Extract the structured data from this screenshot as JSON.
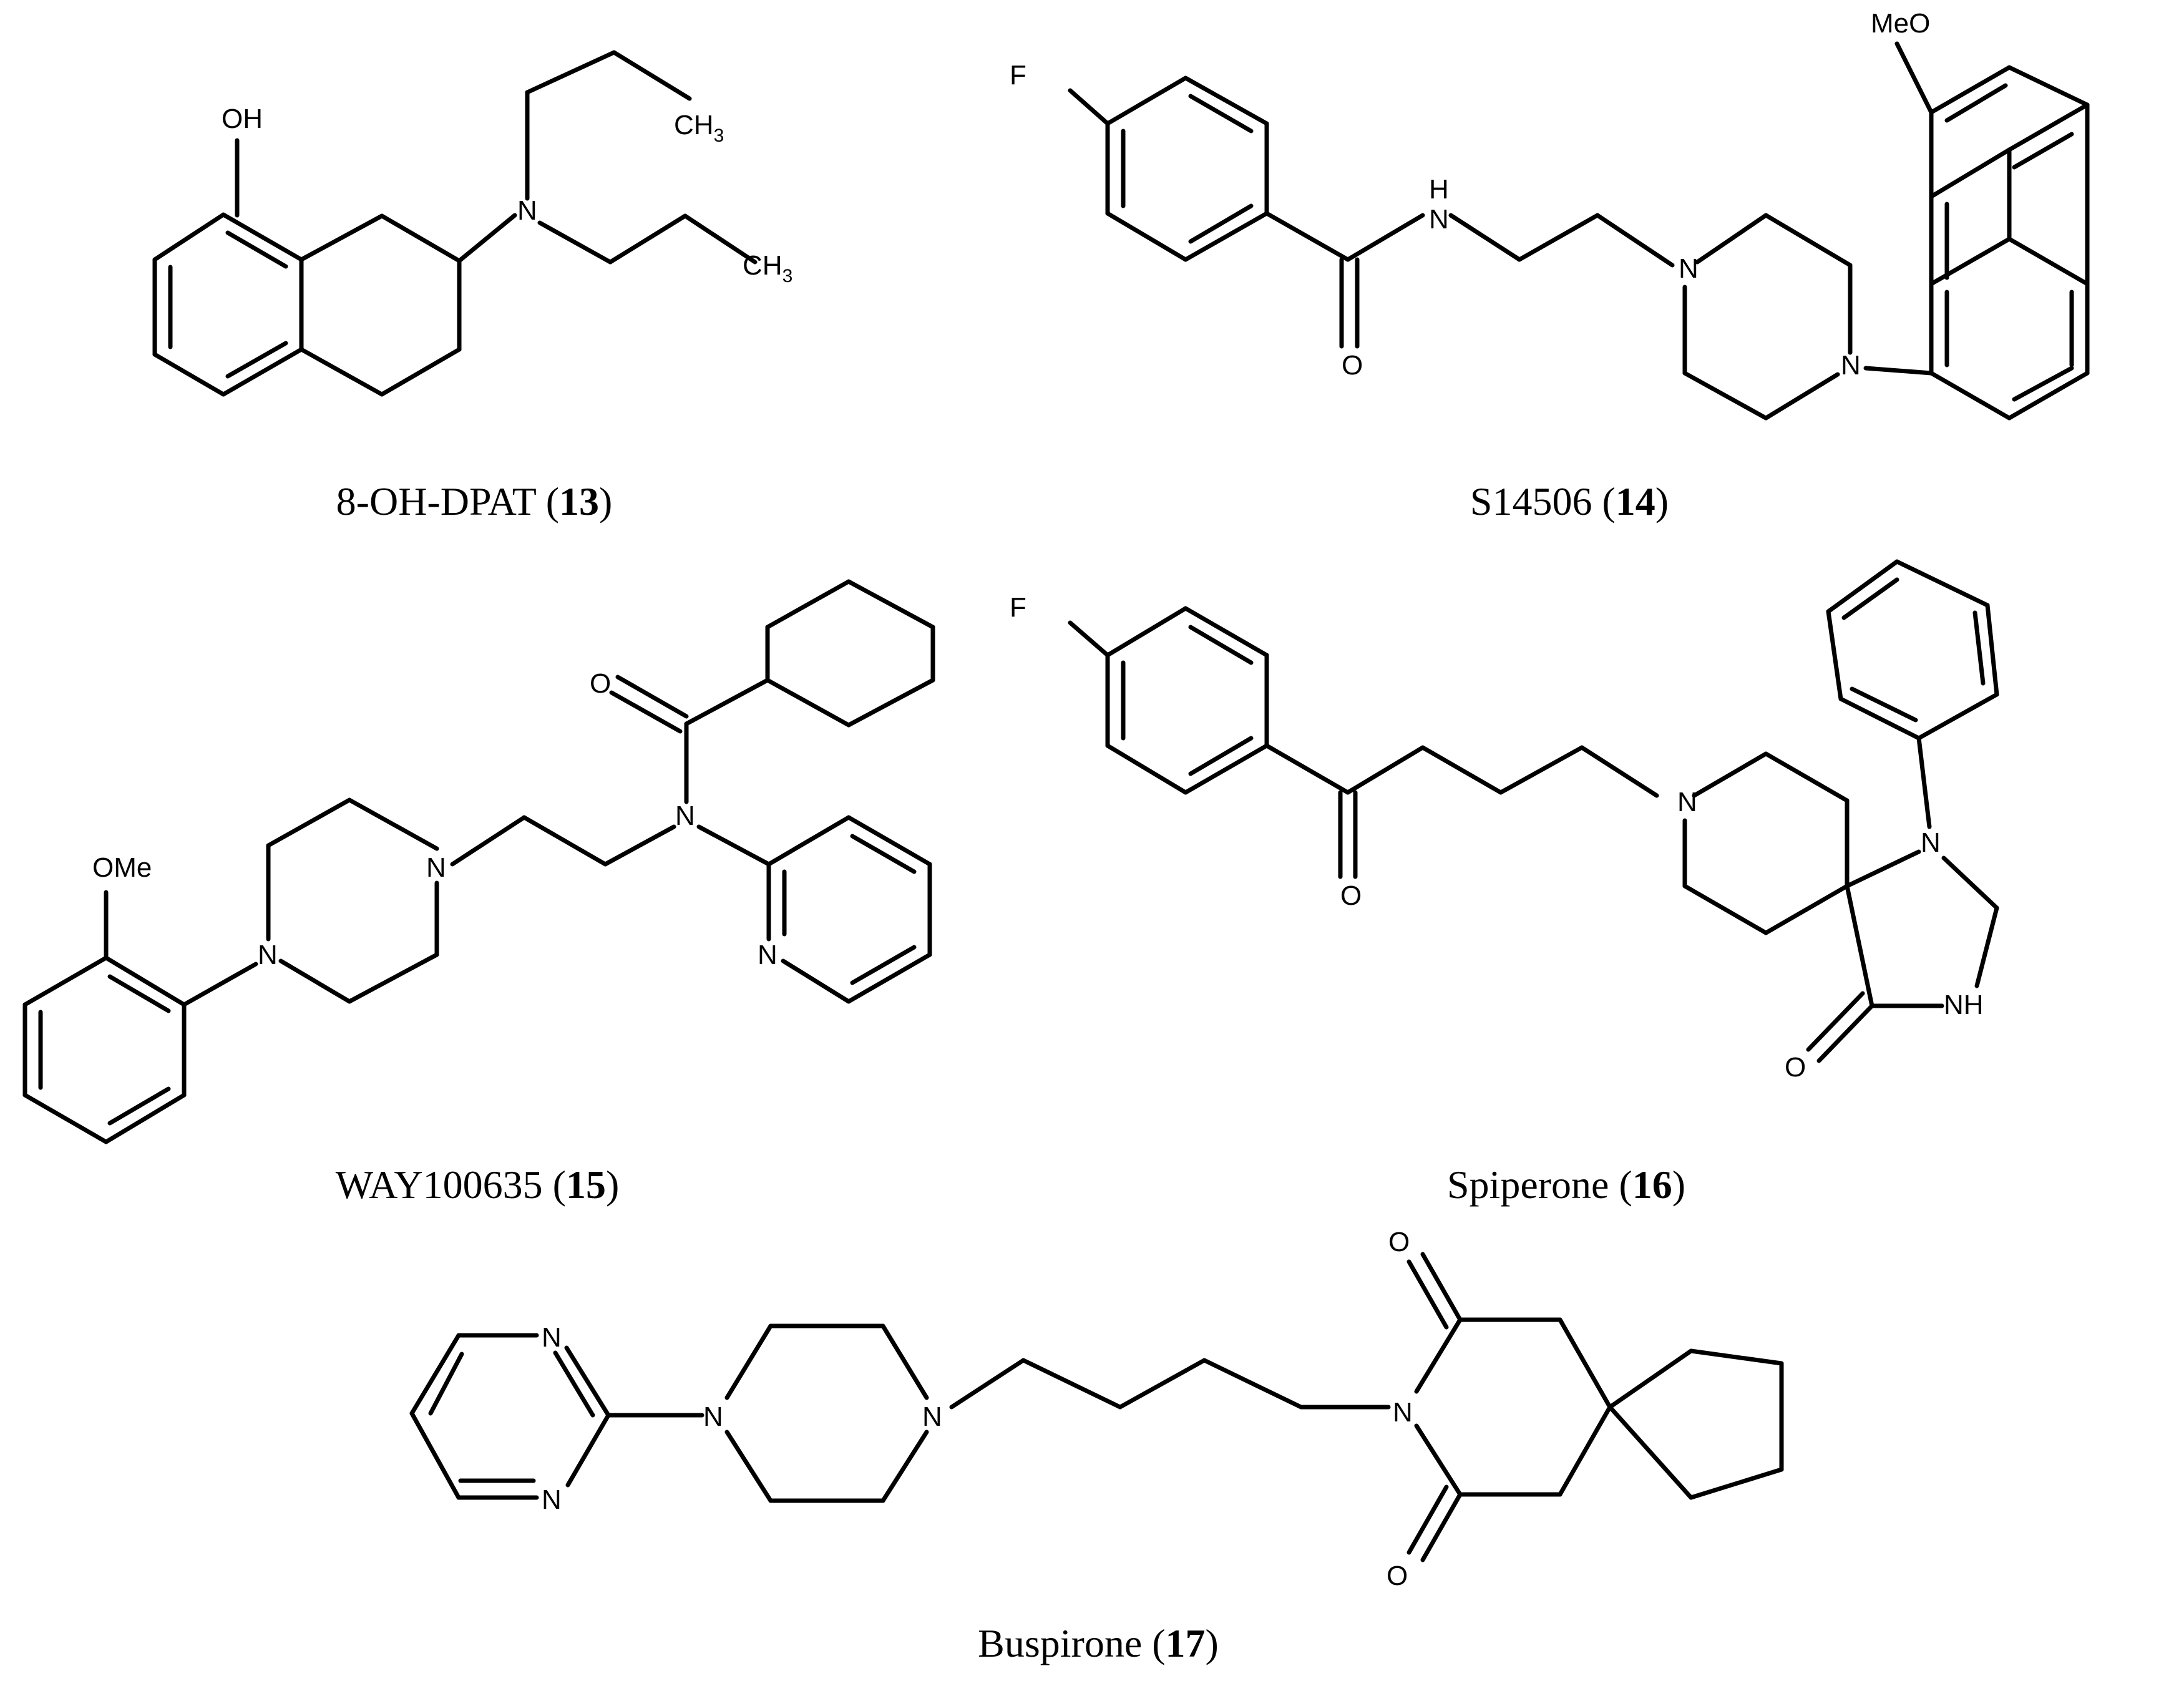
{
  "compounds": [
    {
      "id": "c13",
      "name": "8-OH-DPAT",
      "number": "13",
      "atoms": [
        {
          "text": "OH"
        },
        {
          "text": "CH",
          "sub": "3"
        },
        {
          "text": "N"
        },
        {
          "text": "CH",
          "sub": "3"
        }
      ]
    },
    {
      "id": "c14",
      "name": "S14506",
      "number": "14",
      "atoms": [
        {
          "text": "F"
        },
        {
          "text": "H"
        },
        {
          "text": "N"
        },
        {
          "text": "O"
        },
        {
          "text": "N"
        },
        {
          "text": "N"
        },
        {
          "text": "MeO"
        }
      ]
    },
    {
      "id": "c15",
      "name": "WAY100635",
      "number": "15",
      "atoms": [
        {
          "text": "O"
        },
        {
          "text": "N"
        },
        {
          "text": "N"
        },
        {
          "text": "N"
        },
        {
          "text": "OMe"
        },
        {
          "text": "N"
        }
      ]
    },
    {
      "id": "c16",
      "name": "Spiperone",
      "number": "16",
      "atoms": [
        {
          "text": "F"
        },
        {
          "text": "O"
        },
        {
          "text": "N"
        },
        {
          "text": "N"
        },
        {
          "text": "NH"
        },
        {
          "text": "O"
        }
      ]
    },
    {
      "id": "c17",
      "name": "Buspirone",
      "number": "17",
      "atoms": [
        {
          "text": "N"
        },
        {
          "text": "N"
        },
        {
          "text": "N"
        },
        {
          "text": "N"
        },
        {
          "text": "O"
        },
        {
          "text": "N"
        },
        {
          "text": "O"
        }
      ]
    }
  ]
}
